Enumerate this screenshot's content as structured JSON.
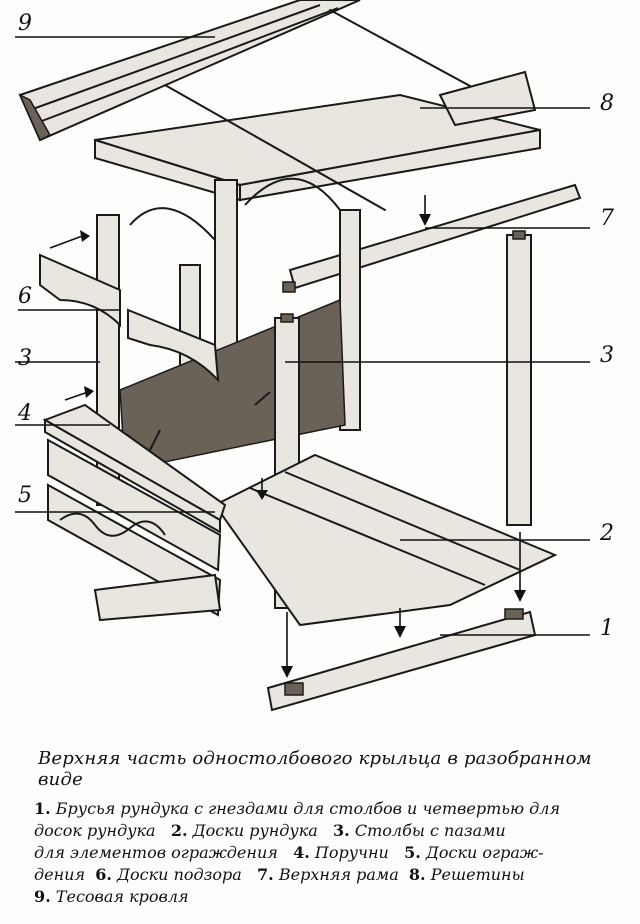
{
  "callouts": {
    "n1": "1",
    "n2": "2",
    "n3": "3",
    "n4": "4",
    "n5": "5",
    "n6": "6",
    "n7": "7",
    "n8": "8",
    "n9": "9"
  },
  "caption": {
    "title": "Верхняя часть одностолбового крыльца в разобранном виде",
    "l1_num": "1.",
    "l1_text": "Брусья рундука с гнездами для столбов и четвертью для",
    "l2_text": "досок рундука",
    "l2_num2": "2.",
    "l2_text2": "Доски рундука",
    "l2_num3": "3.",
    "l2_text3": "Столбы с пазами",
    "l3_text": "для элементов ограждения",
    "l3_num4": "4.",
    "l3_text4": "Поручни",
    "l3_num5": "5.",
    "l3_text5": "Доски ограж-",
    "l4_text": "дения",
    "l4_num6": "6.",
    "l4_text6": "Доски подзора",
    "l4_num7": "7.",
    "l4_text7": "Верхняя рама",
    "l4_num8": "8.",
    "l4_text8": "Решетины",
    "l5_num9": "9.",
    "l5_text9": "Тесовая кровля"
  },
  "colors": {
    "ink": "#1a1a1a",
    "paper": "#fdfdfb",
    "wood_dark": "#6b6257"
  }
}
